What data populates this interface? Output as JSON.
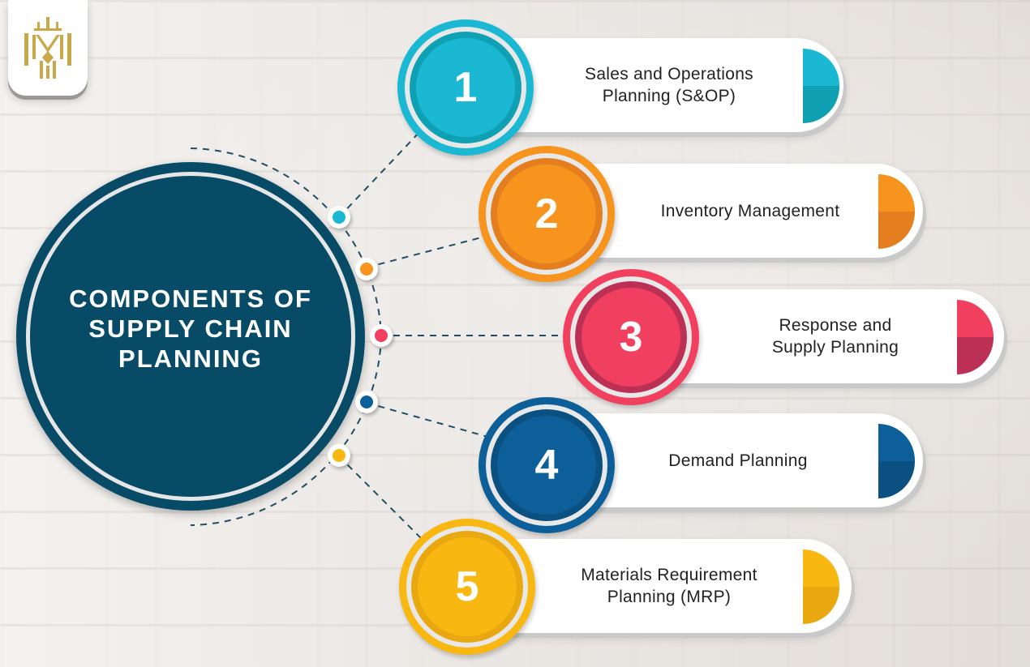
{
  "title": "COMPONENTS OF SUPPLY CHAIN PLANNING",
  "title_lines": [
    "COMPONENTS OF",
    "SUPPLY CHAIN",
    "PLANNING"
  ],
  "logo": {
    "icon": "crown-shield-logo-icon",
    "color": "#c9a84a"
  },
  "hub_color": "#074b67",
  "components": [
    {
      "number": "1",
      "label": "Sales and Operations Planning (S&OP)",
      "lines": [
        "Sales and Operations",
        "Planning (S&OP)"
      ],
      "color": "#1bb8d3",
      "dark": "#0fa0b3"
    },
    {
      "number": "2",
      "label": "Inventory Management",
      "lines": [
        "Inventory Management"
      ],
      "color": "#f7941d",
      "dark": "#e57e1f"
    },
    {
      "number": "3",
      "label": "Response and Supply Planning",
      "lines": [
        "Response and",
        "Supply Planning"
      ],
      "color": "#f1405f",
      "dark": "#bd3055"
    },
    {
      "number": "4",
      "label": "Demand Planning",
      "lines": [
        "Demand Planning"
      ],
      "color": "#0c5f98",
      "dark": "#0a5080"
    },
    {
      "number": "5",
      "label": "Materials Requirement Planning (MRP)",
      "lines": [
        "Materials Requirement",
        "Planning (MRP)"
      ],
      "color": "#f9b712",
      "dark": "#e9a80f"
    }
  ]
}
